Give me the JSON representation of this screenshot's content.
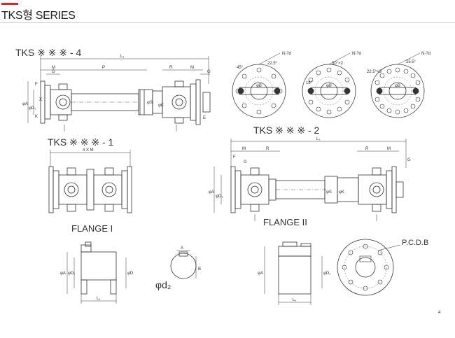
{
  "title": "TKS형 SERIES",
  "accent_color": "#d42a2a",
  "diagrams": {
    "tks4": {
      "label": "TKS ※ ※ ※ - 4",
      "dims": {
        "l1": "L₁",
        "m": "M",
        "g": "G",
        "p": "P",
        "r": "R",
        "phi_a": "φA",
        "phi_d1": "φD₁",
        "x": "X",
        "k": "K",
        "phi_s": "φS",
        "phi_k": "φK",
        "e": "E"
      }
    },
    "tks1": {
      "label": "TKS ※ ※ ※ - 1",
      "dim_4xm": "4 X M"
    },
    "tks2": {
      "label": "TKS ※ ※ ※ - 2",
      "dims": {
        "l1": "L₁",
        "m": "M",
        "r": "R",
        "f": "F",
        "g": "G",
        "phi_a": "φA",
        "phi_d1": "φD₁",
        "phi_s": "φS",
        "phi_k": "φK"
      }
    },
    "flange1_caption": "FLANGE I",
    "flange2_caption": "FLANGE II",
    "flange_views": [
      {
        "n_label": "N-?d",
        "angle_a": "45°",
        "angle_b": "22.5°"
      },
      {
        "n_label": "N-?d",
        "angle_a": "30°×2",
        "angle_b": "18°"
      },
      {
        "n_label": "N-?d",
        "angle_a": "22.5°×3",
        "angle_b": "25.5°"
      }
    ],
    "flange_center_dims": [
      "φB",
      "φB",
      "φB"
    ],
    "detail1": {
      "phi_a": "φA",
      "phi_d1": "φD₁",
      "phi_d": "φD",
      "l1": "L₁"
    },
    "keyway": {
      "a": "A",
      "b": "B",
      "phi_d2": "φd₂"
    },
    "detail2": {
      "phi_a": "φA",
      "phi_d1": "φD₁",
      "l1": "L₁",
      "pcd": "P.C.D.B"
    },
    "page_number": "4"
  }
}
